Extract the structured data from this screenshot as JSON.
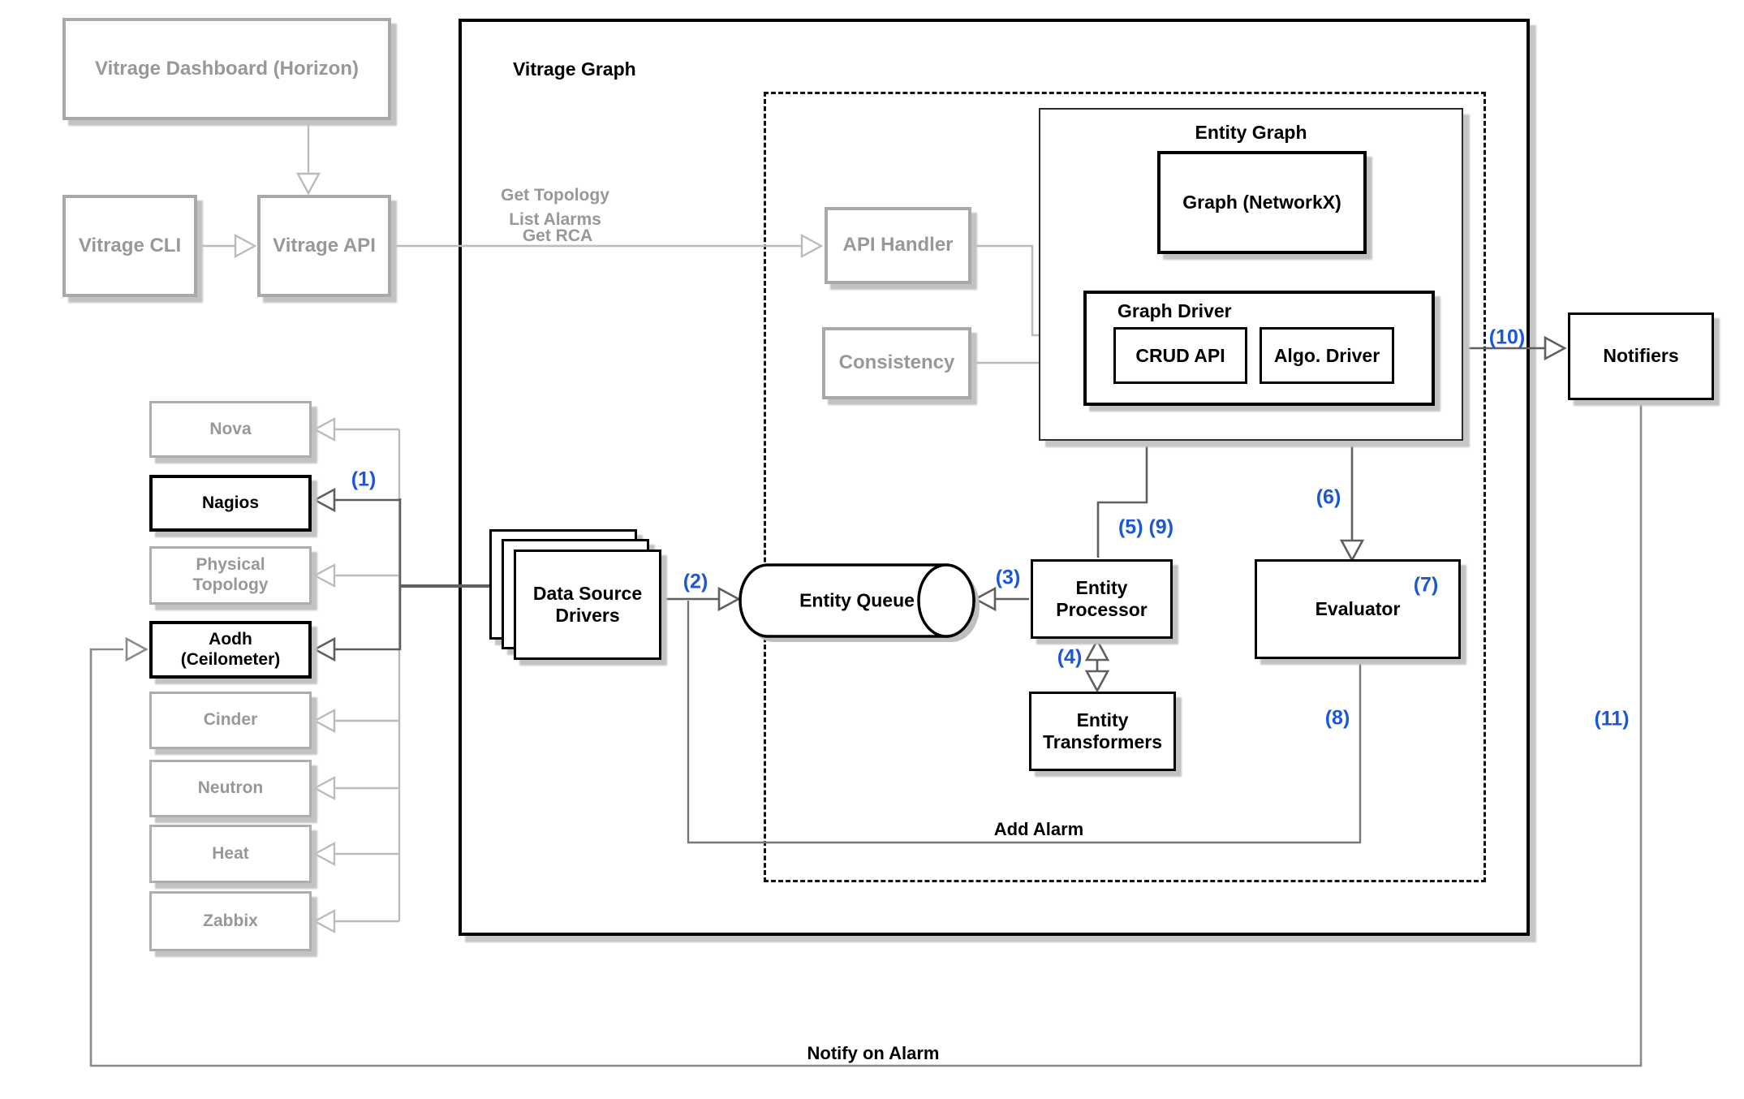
{
  "colors": {
    "accent_blue": "#1C57D6",
    "line_light": "#BBBBBB",
    "line_dark": "#5F5F5F",
    "loop_gray": "#8A8A8A",
    "muted_text": "#98989A"
  },
  "boxes": {
    "dashboard": "Vitrage Dashboard (Horizon)",
    "cli": "Vitrage CLI",
    "api": "Vitrage API",
    "vitrage_graph": "Vitrage Graph",
    "api_handler": "API Handler",
    "consistency": "Consistency",
    "entity_graph": "Entity Graph",
    "graph_networkx": "Graph (NetworkX)",
    "graph_driver": "Graph Driver",
    "crud_api": "CRUD API",
    "algo_driver": "Algo. Driver",
    "data_source_drivers": "Data Source Drivers",
    "entity_queue": "Entity Queue",
    "entity_processor": "Entity Processor",
    "entity_transformers": "Entity Transformers",
    "evaluator": "Evaluator",
    "notifiers": "Notifiers"
  },
  "datasources": [
    {
      "label": "Nova",
      "emphasis": false
    },
    {
      "label": "Nagios",
      "emphasis": true
    },
    {
      "label": "Physical Topology",
      "emphasis": false
    },
    {
      "label": "Aodh (Ceilometer)",
      "emphasis": true
    },
    {
      "label": "Cinder",
      "emphasis": false
    },
    {
      "label": "Neutron",
      "emphasis": false
    },
    {
      "label": "Heat",
      "emphasis": false
    },
    {
      "label": "Zabbix",
      "emphasis": false
    }
  ],
  "api_calls": [
    "Get Topology",
    "List Alarms",
    "Get RCA"
  ],
  "flow_labels": {
    "add_alarm": "Add Alarm",
    "notify_on_alarm": "Notify on Alarm"
  },
  "steps": {
    "s1": "(1)",
    "s2": "(2)",
    "s3": "(3)",
    "s4": "(4)",
    "s5_9": "(5) (9)",
    "s6": "(6)",
    "s7": "(7)",
    "s8": "(8)",
    "s10": "(10)",
    "s11": "(11)"
  }
}
